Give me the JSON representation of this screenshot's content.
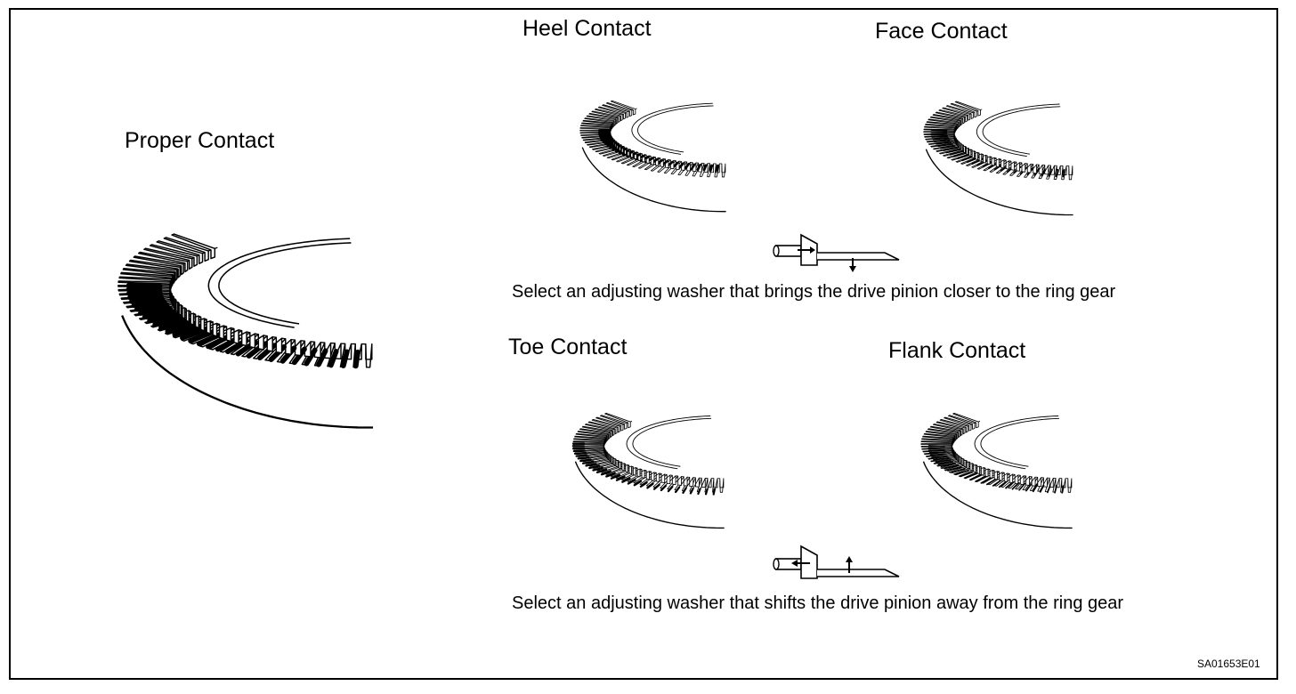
{
  "labels": {
    "proper": "Proper Contact",
    "heel": "Heel Contact",
    "face": "Face Contact",
    "toe": "Toe Contact",
    "flank": "Flank Contact"
  },
  "captions": {
    "closer": "Select an adjusting washer that brings the drive pinion closer to the ring gear",
    "away": "Select an adjusting washer that shifts the drive pinion away from the ring gear"
  },
  "figure_code": "SA01653E01",
  "colors": {
    "line": "#000000",
    "background": "#ffffff",
    "contact": "#000000"
  }
}
